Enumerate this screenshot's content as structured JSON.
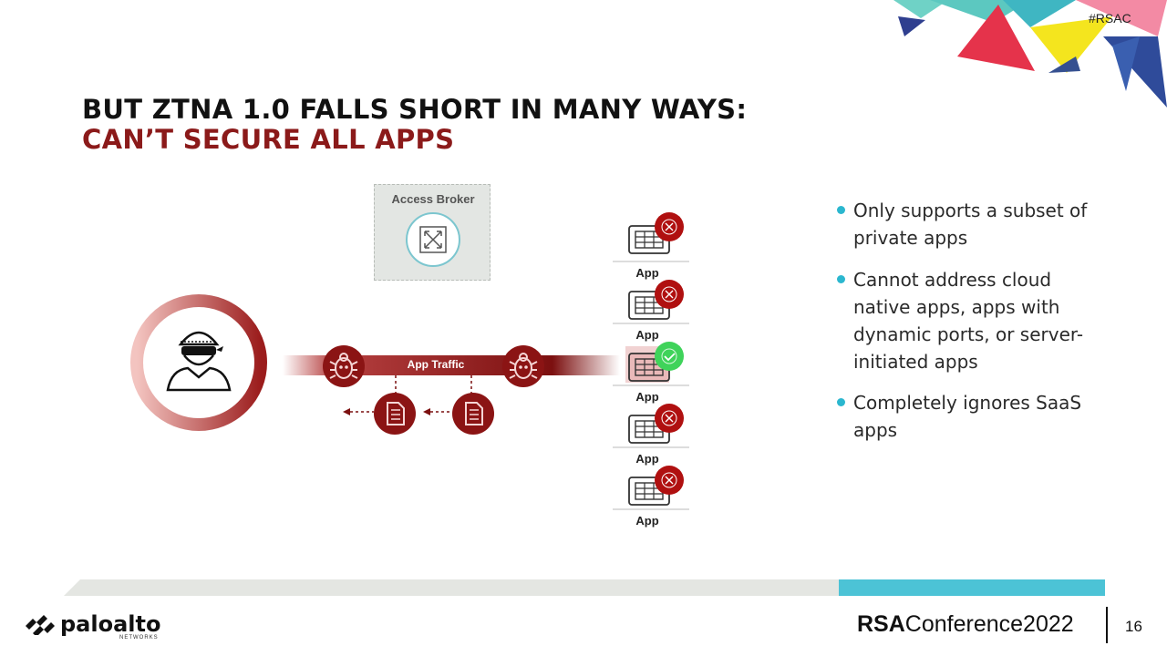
{
  "hashtag": "#RSAC",
  "title": {
    "line1": "BUT ZTNA 1.0 FALLS SHORT IN MANY WAYS:",
    "line2": "CAN’T SECURE ALL APPS"
  },
  "diagram": {
    "broker_label": "Access Broker",
    "traffic_label": "App Traffic",
    "apps": [
      {
        "label": "App",
        "status": "blocked",
        "status_icon": "x-icon"
      },
      {
        "label": "App",
        "status": "blocked",
        "status_icon": "x-icon"
      },
      {
        "label": "App",
        "status": "allowed",
        "status_icon": "check-icon"
      },
      {
        "label": "App",
        "status": "blocked",
        "status_icon": "x-icon"
      },
      {
        "label": "App",
        "status": "blocked",
        "status_icon": "x-icon"
      }
    ],
    "icons": [
      "hacker-icon",
      "malware-bug-icon",
      "document-icon",
      "router-icon"
    ]
  },
  "bullets": [
    "Only supports a subset of private apps",
    "Cannot address cloud native apps, apps with dynamic ports, or server-initiated apps",
    "Completely ignores SaaS apps"
  ],
  "footer": {
    "logo_main": "paloalto",
    "logo_sub": "NETWORKS",
    "conference_brand": "RSA",
    "conference_name": "Conference2022",
    "page_number": "16"
  },
  "colors": {
    "brand_red": "#8b1a1a",
    "accent_teal": "#2bb7cf",
    "allowed_green": "#3fd35a"
  }
}
